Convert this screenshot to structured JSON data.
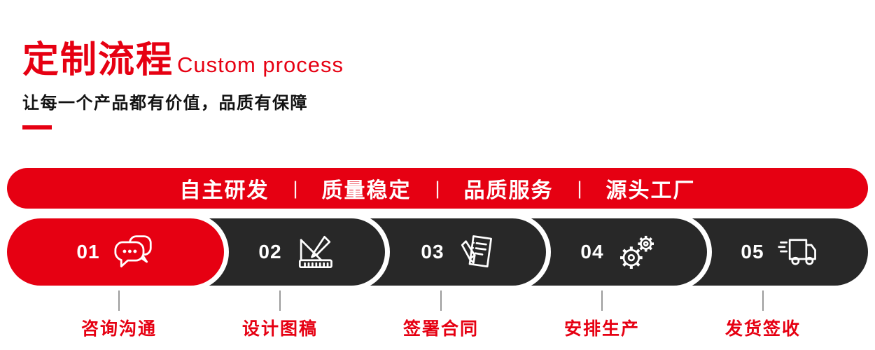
{
  "colors": {
    "accent_red": "#e60012",
    "pill_dark": "#282828",
    "text_dark": "#121212",
    "connector_gray": "#9b9b9b"
  },
  "header": {
    "title_cn": "定制流程",
    "title_en": "Custom process",
    "subtitle": "让每一个产品都有价值，品质有保障"
  },
  "banner": {
    "separator": "|",
    "items": [
      "自主研发",
      "质量稳定",
      "品质服务",
      "源头工厂"
    ]
  },
  "steps": [
    {
      "number": "01",
      "label": "咨询沟通",
      "icon": "chat-bubbles-icon",
      "active": true
    },
    {
      "number": "02",
      "label": "设计图稿",
      "icon": "ruler-pencil-icon",
      "active": false
    },
    {
      "number": "03",
      "label": "签署合同",
      "icon": "contract-pen-icon",
      "active": false
    },
    {
      "number": "04",
      "label": "安排生产",
      "icon": "gears-icon",
      "active": false
    },
    {
      "number": "05",
      "label": "发货签收",
      "icon": "delivery-truck-icon",
      "active": false
    }
  ]
}
